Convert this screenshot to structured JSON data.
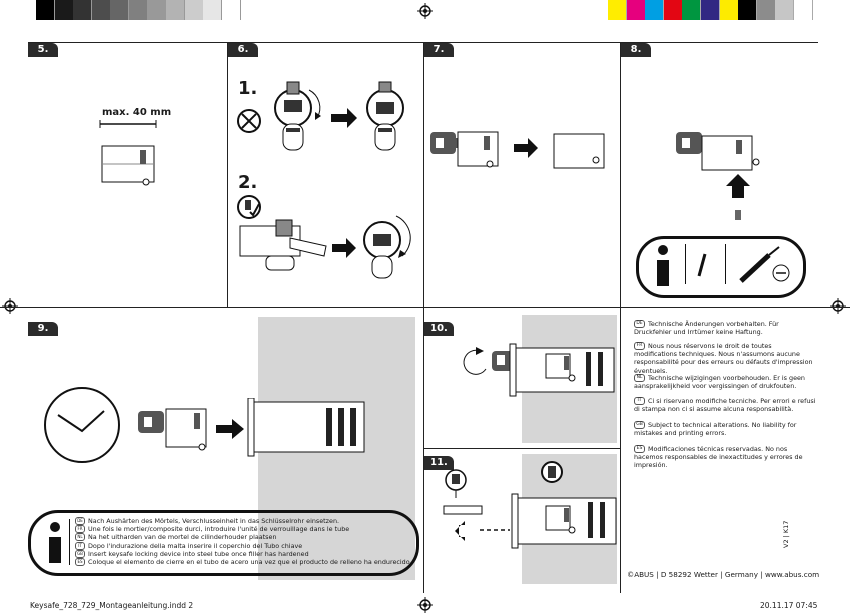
{
  "color_bar": {
    "grays": [
      "#000000",
      "#1a1a1a",
      "#333333",
      "#4d4d4d",
      "#666666",
      "#808080",
      "#999999",
      "#b3b3b3",
      "#cccccc",
      "#e6e6e6",
      "#ffffff"
    ],
    "colors": [
      "#ffed00",
      "#e6007e",
      "#009fe3",
      "#e30613",
      "#009640",
      "#312783",
      "#fdeb00",
      "#000000",
      "#8c8c8c",
      "#c6c6c6",
      "#ffffff"
    ]
  },
  "steps": {
    "s5": {
      "label": "5.",
      "max_label": "max. 40 mm"
    },
    "s6": {
      "label": "6.",
      "sub1": "1.",
      "sub2": "2."
    },
    "s7": {
      "label": "7."
    },
    "s8": {
      "label": "8."
    },
    "s9": {
      "label": "9."
    },
    "s10": {
      "label": "10."
    },
    "s11": {
      "label": "11."
    }
  },
  "info_box": {
    "lines": [
      {
        "lang": "DE",
        "text": "Nach Aushärten des Mörtels, Verschlusseinheit in das Schlüsselrohr einsetzen."
      },
      {
        "lang": "FR",
        "text": "Une fois le mortier/composite durci, introduire l'unité de verrouillage dans le tube"
      },
      {
        "lang": "NL",
        "text": "Na het uitharden van de mortel de cilinderhouder plaatsen"
      },
      {
        "lang": "IT",
        "text": "Dopo l'indurazione della malta inserire il coperchio del  Tubo chiave"
      },
      {
        "lang": "GB",
        "text": "Insert keysafe locking device into steel tube once filler has hardened"
      },
      {
        "lang": "ES",
        "text": "Coloque el elemento de cierre en el tubo de acero una vez que el producto de relleno ha endurecido"
      }
    ]
  },
  "notes": [
    {
      "lang": "DE",
      "text": "Technische Änderungen vorbehalten. Für Druckfehler und Irrtümer keine Haftung."
    },
    {
      "lang": "FR",
      "text": "Nous nous réservons le droit de toutes modifications techniques. Nous n'assumons aucune responsabilité pour des erreurs ou défauts d'impression éventuels."
    },
    {
      "lang": "NL",
      "text": "Technische wijzigingen voorbehouden. Er is geen aansprakelijkheid voor vergissingen of drukfouten."
    },
    {
      "lang": "IT",
      "text": "Ci si riservano modifiche tecniche. Per errori e refusi di stampa non ci si assume alcuna responsabilità."
    },
    {
      "lang": "GB",
      "text": "Subject to technical alterations. No liability for mistakes and printing errors."
    },
    {
      "lang": "ES",
      "text": "Modificaciones técnicas reservadas. No nos hacemos responsables de inexactitudes y errores de impresión."
    }
  ],
  "version": "V2 | K17",
  "company_line": "©ABUS | D 58292 Wetter | Germany | www.abus.com",
  "footer": {
    "file": "Keysafe_728_729_Montageanleitung.indd   2",
    "date": "20.11.17   07:45"
  }
}
